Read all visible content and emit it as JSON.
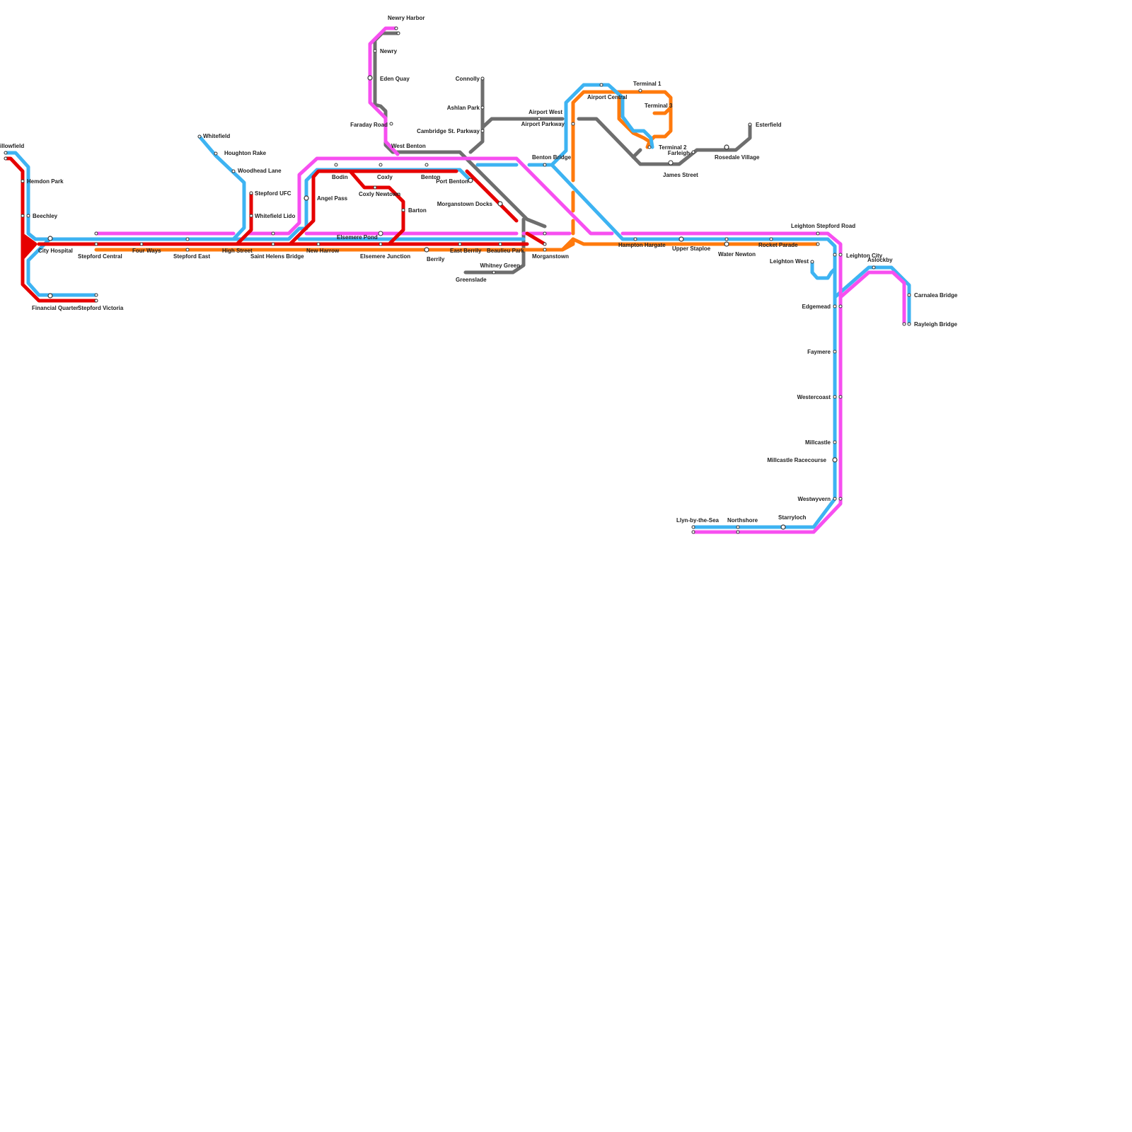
{
  "colors": {
    "red": "#E60000",
    "blue": "#3DB3F2",
    "pink": "#F74FF0",
    "grey": "#6E6E6E",
    "orange": "#FF7A0D"
  },
  "lines": [
    {
      "id": "red",
      "color_key": "red"
    },
    {
      "id": "blue",
      "color_key": "blue"
    },
    {
      "id": "pink",
      "color_key": "pink"
    },
    {
      "id": "grey",
      "color_key": "grey"
    },
    {
      "id": "orange",
      "color_key": "orange"
    }
  ],
  "stations": {
    "willowfield": "illowfield",
    "hemdon_park": "Hemdon Park",
    "beechley": "Beechley",
    "city_hospital": "City Hospital",
    "financial_quarter": "Financial Quarter",
    "stepford_victoria": "Stepford Victoria",
    "stepford_central": "Stepford Central",
    "four_ways": "Four Ways",
    "stepford_east": "Stepford East",
    "high_street": "High Street",
    "whitefield": "Whitefield",
    "houghton_rake": "Houghton Rake",
    "woodhead_lane": "Woodhead Lane",
    "stepford_ufc": "Stepford UFC",
    "whitefield_lido": "Whitefield Lido",
    "saint_helens_bridge": "Saint Helens Bridge",
    "angel_pass": "Angel Pass",
    "new_harrow": "New Harrow",
    "bodin": "Bodin",
    "coxly": "Coxly",
    "coxly_newtown": "Coxly Newtown",
    "barton": "Barton",
    "benton": "Benton",
    "elsemere_pond": "Elsemere Pond",
    "elsemere_junction": "Elsemere Junction",
    "berrily": "Berrily",
    "east_berrily": "East Berrily",
    "beaulieu_park": "Beaulieu Park",
    "morganstown": "Morganstown",
    "morganstown_docks": "Morganstown Docks",
    "port_benton": "Port Benton",
    "whitney_green": "Whitney Green",
    "greenslade": "Greenslade",
    "newry_harbor": "Newry Harbor",
    "newry": "Newry",
    "eden_quay": "Eden Quay",
    "faraday_road": "Faraday Road",
    "west_benton": "West Benton",
    "connolly": "Connolly",
    "ashlan_park": "Ashlan Park",
    "cambridge_st_parkway": "Cambridge St. Parkway",
    "airport_west": "Airport West",
    "airport_parkway": "Airport Parkway",
    "benton_bridge": "Benton Bridge",
    "airport_central": "Airport Central",
    "terminal_1": "Terminal 1",
    "terminal_2": "Terminal 2",
    "terminal_3": "Terminal 3",
    "farleigh": "Farleigh",
    "james_street": "James Street",
    "rosedale_village": "Rosedale Village",
    "esterfield": "Esterfield",
    "hampton_hargate": "Hampton Hargate",
    "upper_staploe": "Upper Staploe",
    "water_newton": "Water Newton",
    "rocket_parade": "Rocket Parade",
    "leighton_stepford_road": "Leighton Stepford Road",
    "leighton_city": "Leighton City",
    "leighton_west": "Leighton West",
    "aslockby": "Aslockby",
    "carnalea_bridge": "Carnalea Bridge",
    "rayleigh_bridge": "Rayleigh Bridge",
    "edgemead": "Edgemead",
    "faymere": "Faymere",
    "westercoast": "Westercoast",
    "millcastle": "Millcastle",
    "millcastle_racecourse": "Millcastle Racecourse",
    "westwyvern": "Westwyvern",
    "starryloch": "Starryloch",
    "northshore": "Northshore",
    "llyn_by_the_sea": "Llyn-by-the-Sea"
  }
}
